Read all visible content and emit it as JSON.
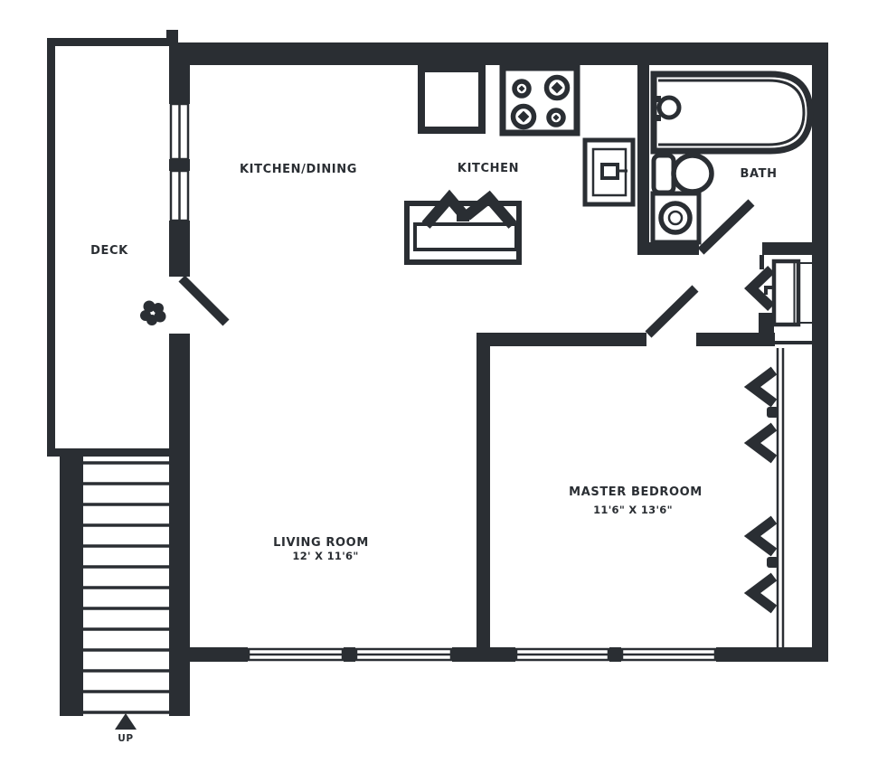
{
  "plan": {
    "title": "apartment-floor-plan",
    "colors": {
      "wall": "#2a2e33",
      "background": "#ffffff"
    },
    "rooms": {
      "deck": {
        "label": "DECK"
      },
      "kitchen_dining": {
        "label": "KITCHEN/DINING"
      },
      "kitchen": {
        "label": "KITCHEN"
      },
      "bath": {
        "label": "BATH"
      },
      "living_room": {
        "label": "LIVING ROOM",
        "dimensions": "12' X 11'6\""
      },
      "master_bedroom": {
        "label": "MASTER BEDROOM",
        "dimensions": "11'6\" X 13'6\""
      },
      "stairs": {
        "label": "UP"
      }
    },
    "fixtures": [
      "refrigerator-icon",
      "range-icon",
      "kitchen-sink-icon",
      "dining-table-icon",
      "bathtub-icon",
      "toilet-icon",
      "vanity-sink-icon",
      "bifold-closet-door-icon",
      "closet-shelf-icon",
      "staircase-icon",
      "up-arrow-icon",
      "plant-icon",
      "door-swing-icon",
      "window-icon"
    ]
  }
}
